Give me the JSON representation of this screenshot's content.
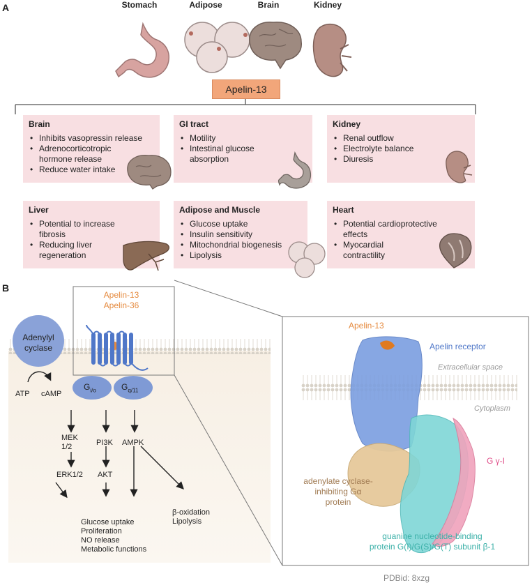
{
  "panel_a": {
    "letter": "A",
    "organs": [
      "Stomach",
      "Adipose",
      "Brain",
      "Kidney"
    ],
    "hub_label": "Apelin-13",
    "cards": [
      {
        "title": "Brain",
        "items": [
          "Inhibits vasopressin release",
          "Adrenocorticotropic hormone release",
          "Reduce water intake"
        ]
      },
      {
        "title": "GI tract",
        "items": [
          "Motility",
          "Intestinal glucose absorption"
        ]
      },
      {
        "title": "Kidney",
        "items": [
          "Renal outflow",
          "Electrolyte balance",
          "Diuresis"
        ]
      },
      {
        "title": "Liver",
        "items": [
          "Potential to increase fibrosis",
          "Reducing liver regeneration"
        ]
      },
      {
        "title": "Adipose and Muscle",
        "items": [
          "Glucose uptake",
          "Insulin sensitivity",
          "Mitochondrial biogenesis",
          "Lipolysis"
        ]
      },
      {
        "title": "Heart",
        "items": [
          "Potential cardioprotective effects",
          "Myocardial contractility"
        ]
      }
    ]
  },
  "panel_b": {
    "letter": "B",
    "ligands": [
      "Apelin-13",
      "Apelin-36"
    ],
    "adenylyl_cyclase": [
      "Adenylyl",
      "cyclase"
    ],
    "atp": "ATP",
    "camp": "cAMP",
    "g_proteins": [
      {
        "base": "G",
        "sub": "i/o"
      },
      {
        "base": "G",
        "sub": "q/11"
      }
    ],
    "col1": [
      "MEK",
      "1/2",
      "ERK1/2"
    ],
    "col2": [
      "PI3K",
      "AKT"
    ],
    "col3": "AMPK",
    "outcomes_main": [
      "Glucose uptake",
      "Proliferation",
      "NO release",
      "Metabolic functions"
    ],
    "outcomes_side": [
      "β-oxidation",
      "Lipolysis"
    ]
  },
  "structure": {
    "apelin13": "Apelin-13",
    "receptor": "Apelin receptor",
    "extracellular": "Extracellular space",
    "cytoplasm": "Cytoplasm",
    "g_gamma": "G γ-I",
    "galpha": [
      "adenylate cyclase-",
      "inhibiting Gα",
      "protein"
    ],
    "gbeta": [
      "guanine nucleotide-binding",
      "protein G(I)/G(S)/G(T) subunit β-1"
    ],
    "pdb": "PDBid: 8xzg"
  },
  "colors": {
    "orange": "#e58a3e",
    "blue": "#4f77c8",
    "pink_text": "#e0508a",
    "tan_text": "#a07a52",
    "teal_text": "#3bb0a8",
    "card_bg": "#f8dfe2",
    "hub_bg": "#f2a67a",
    "cyclase": "#8aa2d8"
  }
}
